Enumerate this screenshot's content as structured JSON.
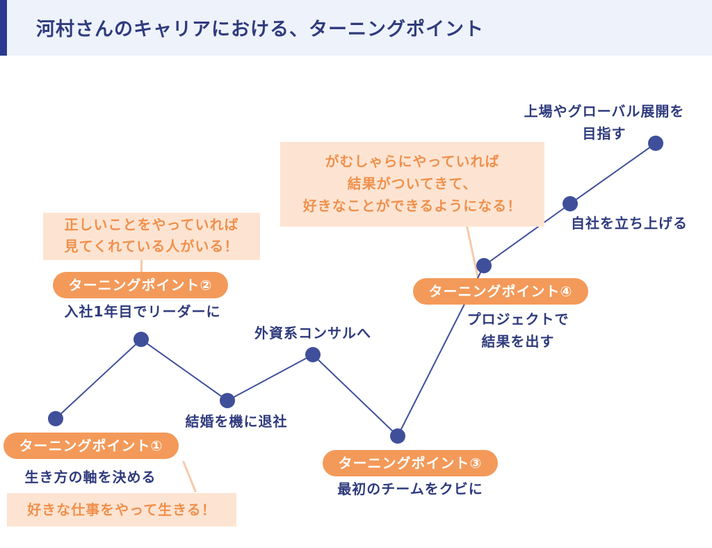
{
  "title": "河村さんのキャリアにおける、ターニングポイント",
  "colors": {
    "accent": "#2b3990",
    "node": "#3f4f9a",
    "line": "#3f4f9a",
    "badge": "#f39a5a",
    "message_bg": "#fde4d2",
    "message_text": "#f0904c"
  },
  "milestones": [
    {
      "label_lines": [
        "生き方の軸を決める"
      ]
    },
    {
      "label_lines": [
        "入社1年目でリーダーに"
      ]
    },
    {
      "label_lines": [
        "結婚を機に退社"
      ]
    },
    {
      "label_lines": [
        "外資系コンサルへ"
      ]
    },
    {
      "label_lines": [
        "最初のチームをクビに"
      ]
    },
    {
      "label_lines": [
        "プロジェクトで",
        "結果を出す"
      ]
    },
    {
      "label_lines": [
        "自社を立ち上げる"
      ]
    },
    {
      "label_lines": [
        "上場やグローバル展開を",
        "目指す"
      ]
    }
  ],
  "turning_points": [
    {
      "label": "ターニングポイント①"
    },
    {
      "label": "ターニングポイント②"
    },
    {
      "label": "ターニングポイント③"
    },
    {
      "label": "ターニングポイント④"
    }
  ],
  "messages": [
    {
      "lines": [
        "好きな仕事をやって生きる！"
      ]
    },
    {
      "lines": [
        "正しいことをやっていれば",
        "見てくれている人がいる！"
      ]
    },
    {
      "lines": [
        "がむしゃらにやっていれば",
        "結果がついてきて、",
        "好きなことができるようになる！"
      ]
    }
  ]
}
